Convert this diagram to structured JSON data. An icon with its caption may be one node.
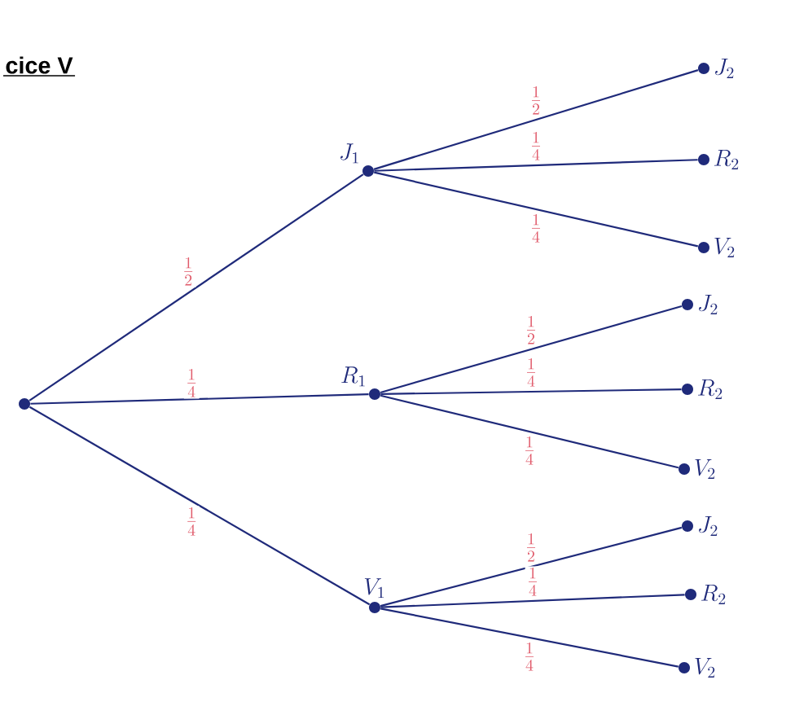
{
  "diagram": {
    "title": "cice V",
    "nodes": [
      {
        "text": [],
        "shape": "circle"
      },
      {
        "text": [
          "J_1"
        ]
      },
      {
        "text": [
          "R_1"
        ]
      },
      {
        "text": [
          "V_1"
        ]
      },
      {
        "text": [
          "J_2"
        ]
      },
      {
        "text": [
          "R_2"
        ]
      },
      {
        "text": [
          "V_2"
        ]
      },
      {
        "text": [
          "J_2"
        ]
      },
      {
        "text": [
          "R_2"
        ]
      },
      {
        "text": [
          "V_2"
        ]
      },
      {
        "text": [
          "J_2"
        ]
      },
      {
        "text": [
          "R_2"
        ]
      },
      {
        "text": [
          "V_2"
        ]
      }
    ],
    "edges": [
      {
        "from": 0,
        "to": 1,
        "arrow": "none",
        "label": "\\frac{1}{2}"
      },
      {
        "from": 0,
        "to": 2,
        "arrow": "none",
        "label": "\\frac{1}{4}"
      },
      {
        "from": 0,
        "to": 3,
        "arrow": "none",
        "label": "\\frac{1}{4}"
      },
      {
        "from": 1,
        "to": 4,
        "arrow": "none",
        "label": "\\frac{1}{2}"
      },
      {
        "from": 1,
        "to": 5,
        "arrow": "none",
        "label": "\\frac{1}{4}"
      },
      {
        "from": 1,
        "to": 6,
        "arrow": "none",
        "label": "\\frac{1}{4}"
      },
      {
        "from": 2,
        "to": 7,
        "arrow": "none",
        "label": "\\frac{1}{2}"
      },
      {
        "from": 2,
        "to": 8,
        "arrow": "none",
        "label": "\\frac{1}{4}"
      },
      {
        "from": 2,
        "to": 9,
        "arrow": "none",
        "label": "\\frac{1}{4}"
      },
      {
        "from": 3,
        "to": 10,
        "arrow": "none",
        "label": "\\frac{1}{2}"
      },
      {
        "from": 3,
        "to": 11,
        "arrow": "none",
        "label": "\\frac{1}{4}"
      },
      {
        "from": 3,
        "to": 12,
        "arrow": "none",
        "label": "\\frac{1}{4}"
      }
    ]
  }
}
